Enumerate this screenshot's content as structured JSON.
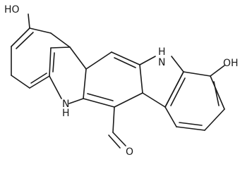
{
  "structure": {
    "labels": {
      "oh_top_left": "HO",
      "nh_top": "H",
      "n_top": "N",
      "oh_right": "OH",
      "nh_bottom": "N",
      "h_bottom": "H",
      "o_aldehyde": "O"
    }
  }
}
